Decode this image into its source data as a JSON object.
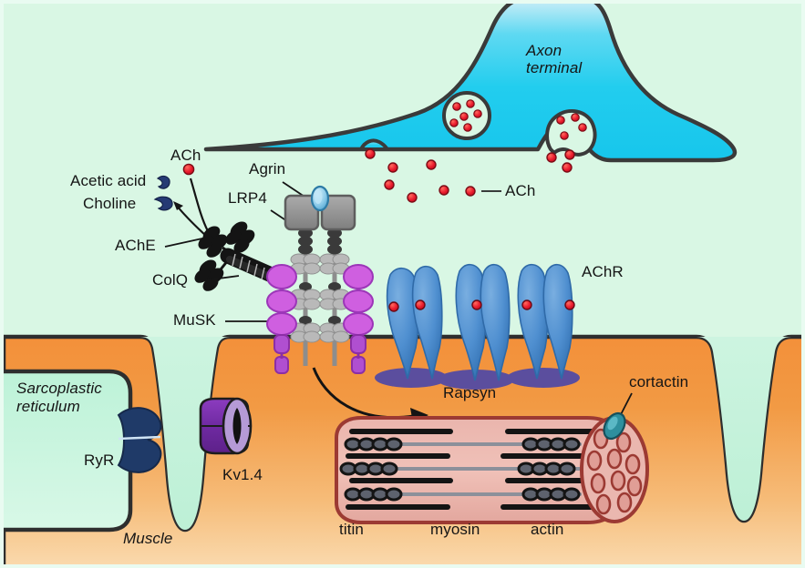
{
  "figure": {
    "title": "Neuromuscular junction schematic",
    "background_color": "#d9f7e4",
    "frame_color": "#e9fbf1"
  },
  "colors": {
    "background": "#d9f7e4",
    "axon_terminal": "#22cdee",
    "axon_terminal_light": "#bdeef8",
    "outline": "#3a3a3a",
    "ach_dot": "#e8192c",
    "muscle_top": "#f3933a",
    "muscle_bottom": "#f8d6a8",
    "sarcoplasmic_reticulum": "#b7f0d4",
    "achr_blue": "#4f8fd0",
    "achr_blue_dark": "#2f6aa8",
    "rapsyn_purple": "#5b4e9e",
    "musk_magenta": "#cf5fe0",
    "musk_stalk": "#b04fd0",
    "lrp4_gray": "#9a9a9a",
    "lrp4_gray_dark": "#6f6f6f",
    "agrin_blue": "#79c4e8",
    "kv_purple": "#7b2fae",
    "kv_purple_light": "#b59ad6",
    "ryr_navy": "#1f3a68",
    "myofibril_pink": "#edb1aa",
    "myofibril_rim": "#9c3a33",
    "cortactin_teal": "#2e8f9e",
    "filament_black": "#141414",
    "choline_navy": "#253a74"
  },
  "labels": {
    "axon_terminal": "Axon\nterminal",
    "axon_terminal_line1": "Axon",
    "axon_terminal_line2": "terminal",
    "ach_top": "ACh",
    "ach_cleft": "ACh",
    "acetic_acid": "Acetic acid",
    "choline": "Choline",
    "ache": "AChE",
    "colq": "ColQ",
    "musk": "MuSK",
    "agrin": "Agrin",
    "lrp4": "LRP4",
    "achr": "AChR",
    "rapsyn": "Rapsyn",
    "cortactin": "cortactin",
    "sarcoplasmic_line1": "Sarcoplastic",
    "sarcoplasmic_line2": "reticulum",
    "ryr": "RyR",
    "kv": "Kv1.4",
    "muscle": "Muscle",
    "titin": "titin",
    "myosin": "myosin",
    "actin": "actin"
  },
  "components": {
    "presynaptic": [
      "Axon terminal",
      "ACh"
    ],
    "cleft": [
      "ACh",
      "Acetic acid",
      "Choline",
      "AChE",
      "ColQ",
      "Agrin",
      "LRP4"
    ],
    "postsynaptic": [
      "MuSK",
      "AChR",
      "Rapsyn",
      "Kv1.4",
      "cortactin"
    ],
    "muscle_interior": [
      "Sarcoplastic reticulum",
      "RyR",
      "Muscle",
      "titin",
      "myosin",
      "actin"
    ]
  },
  "counts": {
    "achr_receptors": 3,
    "vesicles": 2,
    "cleft_ach_dots": 9,
    "muscle_folds": 3
  }
}
